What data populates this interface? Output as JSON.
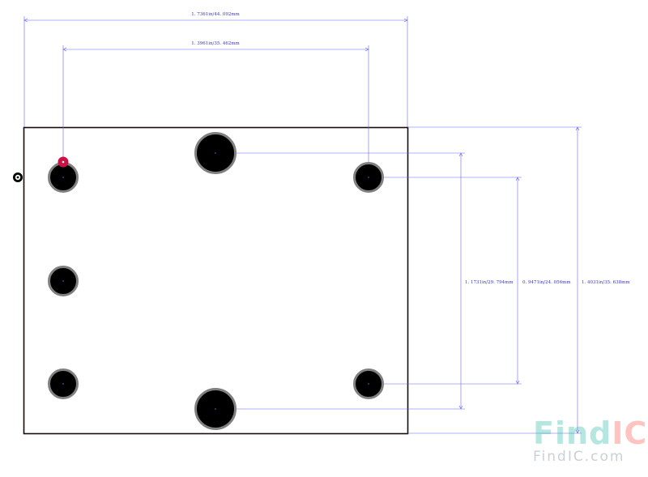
{
  "colors": {
    "dimension": "#6666ee",
    "board_outline": "#1a0a0a",
    "board_fill": "#ffffff",
    "hole_fill": "#000000",
    "hole_ring": "#808080",
    "pin1_marker": "#cc1144",
    "watermark": "#2fb8a8",
    "watermark_accent": "#ff5a4a"
  },
  "dimensions": {
    "overall_width": "1. 7361in/44. 092mm",
    "hole_span_width": "1. 3961in/35. 462mm",
    "large_hole_span_height": "1. 1731in/29. 794mm",
    "small_hole_span_height": "0. 9471in/24. 056mm",
    "overall_height": "1. 4031in/35. 638mm"
  },
  "watermark": {
    "logo_main": "Find",
    "logo_accent": "IC",
    "url": "FindIC.com"
  }
}
